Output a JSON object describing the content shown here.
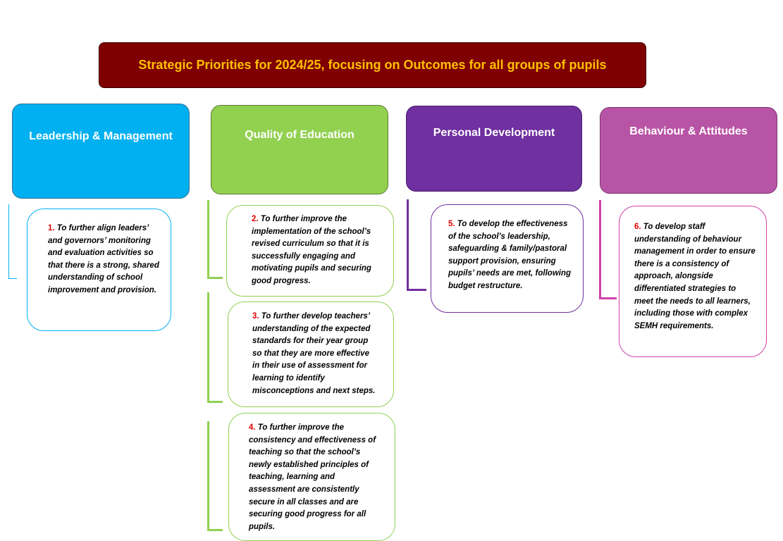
{
  "title": "Strategic Priorities for 2024/25, focusing on Outcomes for all groups of pupils",
  "colors": {
    "title_bg": "#7f0000",
    "title_text": "#ffc000",
    "leadership": "#00b0f0",
    "quality": "#92d050",
    "personal": "#7030a0",
    "behaviour": "#b854a5",
    "number": "#e00000"
  },
  "categories": [
    {
      "label": "Leadership & Management",
      "priorities": [
        {
          "number": "1.",
          "text": "To further align leaders’ and governors’ monitoring and evaluation activities so that there is a strong, shared understanding of school improvement and provision."
        }
      ]
    },
    {
      "label": "Quality of Education",
      "priorities": [
        {
          "number": "2.",
          "text": "To further improve the implementation of the school’s revised curriculum so that it is successfully engaging and motivating pupils and securing good progress."
        },
        {
          "number": "3.",
          "text": "To further develop teachers’ understanding of the expected standards for their year group so that they are more effective in their use of assessment for learning to identify misconceptions and next steps."
        },
        {
          "number": "4.",
          "text": "To further improve the consistency and effectiveness of teaching so that the school’s newly established principles of teaching, learning and assessment are consistently secure in all classes and are securing good progress for all pupils."
        }
      ]
    },
    {
      "label": "Personal Development",
      "priorities": [
        {
          "number": "5.",
          "text": "To develop the effectiveness of the school’s leadership, safeguarding & family/pastoral support provision, ensuring pupils’ needs are met, following budget restructure."
        }
      ]
    },
    {
      "label": "Behaviour & Attitudes",
      "priorities": [
        {
          "number": "6.",
          "text": "To develop staff understanding of behaviour management in order to ensure there is a consistency of approach, alongside differentiated strategies to meet the needs to all learners, including those with complex SEMH requirements."
        }
      ]
    }
  ]
}
